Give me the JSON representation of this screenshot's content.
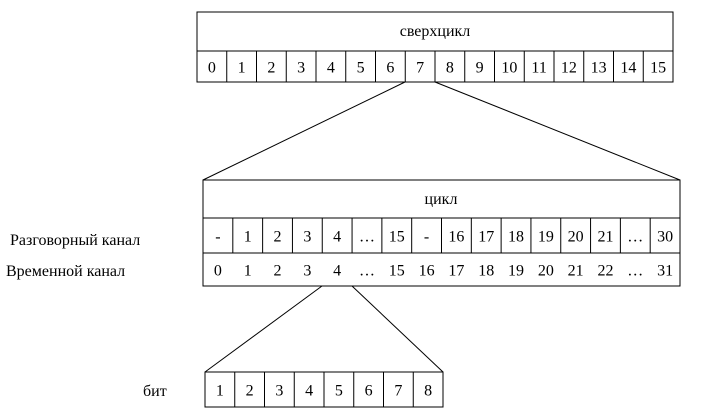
{
  "superframe": {
    "title": "сверхцикл",
    "cells": [
      "0",
      "1",
      "2",
      "3",
      "4",
      "5",
      "6",
      "7",
      "8",
      "9",
      "10",
      "11",
      "12",
      "13",
      "14",
      "15"
    ]
  },
  "frame": {
    "title": "цикл",
    "voice_channel_label": "Разговорный канал",
    "time_channel_label": "Временной канал",
    "voice_cells": [
      "-",
      "1",
      "2",
      "3",
      "4",
      "…",
      "15",
      "-",
      "16",
      "17",
      "18",
      "19",
      "20",
      "21",
      "…",
      "30"
    ],
    "time_cells": [
      "0",
      "1",
      "2",
      "3",
      "4",
      "…",
      "15",
      "16",
      "17",
      "18",
      "19",
      "20",
      "21",
      "22",
      "…",
      "31"
    ]
  },
  "bits": {
    "label": "бит",
    "cells": [
      "1",
      "2",
      "3",
      "4",
      "5",
      "6",
      "7",
      "8"
    ]
  }
}
